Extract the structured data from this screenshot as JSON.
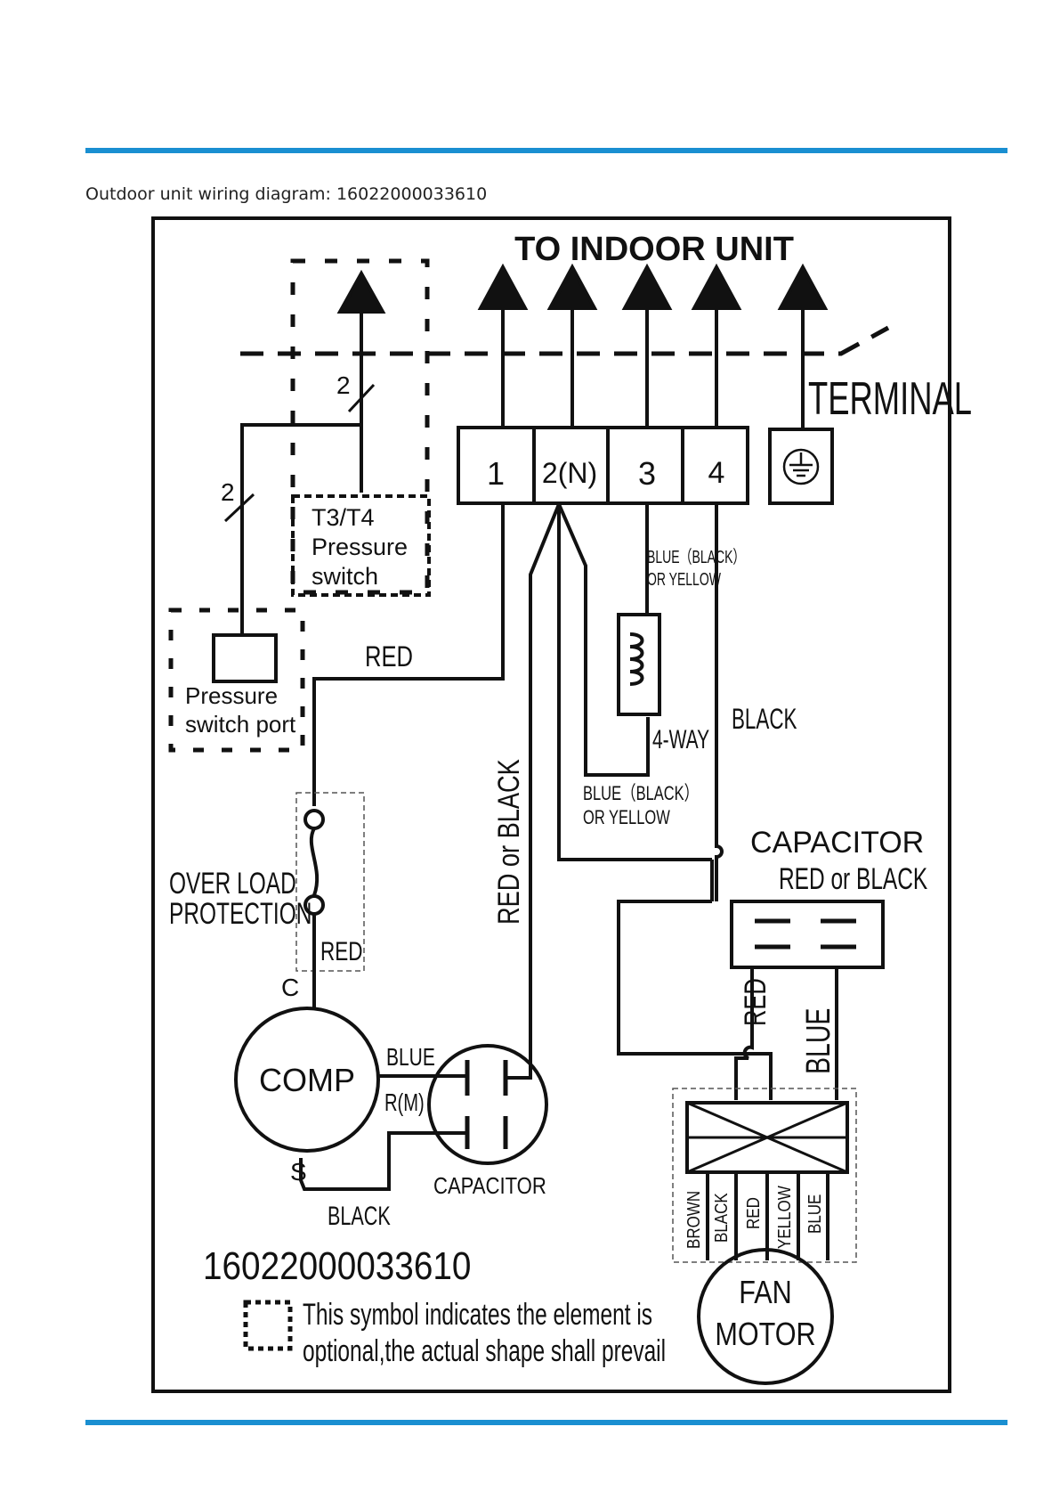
{
  "header": {
    "caption": "Outdoor unit wiring diagram: 16022000033610",
    "rule_color": "#1a8fd1"
  },
  "diagram": {
    "title": "TO INDOOR UNIT",
    "terminal_label": "TERMINAL",
    "terminals": [
      "1",
      "2(N)",
      "3",
      "4"
    ],
    "ground_symbol": "ground-icon",
    "t3t4_box": [
      "T3/T4",
      "Pressure",
      "switch"
    ],
    "pressure_port": [
      "Pressure",
      "switch port"
    ],
    "wire_count_marks": [
      "2",
      "2"
    ],
    "wires": {
      "red_top": "RED",
      "red_or_black_left": "RED or BLACK",
      "blue_black_yellow_top": [
        "BLUE（BLACK）",
        "OR YELLOW"
      ],
      "blue_black_yellow_bottom": [
        "BLUE（BLACK）",
        "OR YELLOW"
      ],
      "four_way": "4-WAY",
      "black_right": "BLACK",
      "red_overload": "RED",
      "blue_comp": "BLUE",
      "rm": "R(M)",
      "black_bottom": "BLACK",
      "red_fan": "RED",
      "blue_fan": "BLUE"
    },
    "overload": [
      "OVER LOAD",
      "PROTECTION"
    ],
    "comp_label": "COMP",
    "comp_c": "C",
    "comp_s": "S",
    "capacitor_comp_label": "CAPACITOR",
    "capacitor_fan_label": "CAPACITOR",
    "capacitor_fan_color": "RED or BLACK",
    "fan_leads": [
      "BROWN",
      "BLACK",
      "RED",
      "YELLOW",
      "BLUE"
    ],
    "fan_motor": [
      "FAN",
      "MOTOR"
    ],
    "part_number": "16022000033610",
    "note": [
      "This symbol indicates the element is",
      "optional,the actual shape shall prevail"
    ]
  }
}
